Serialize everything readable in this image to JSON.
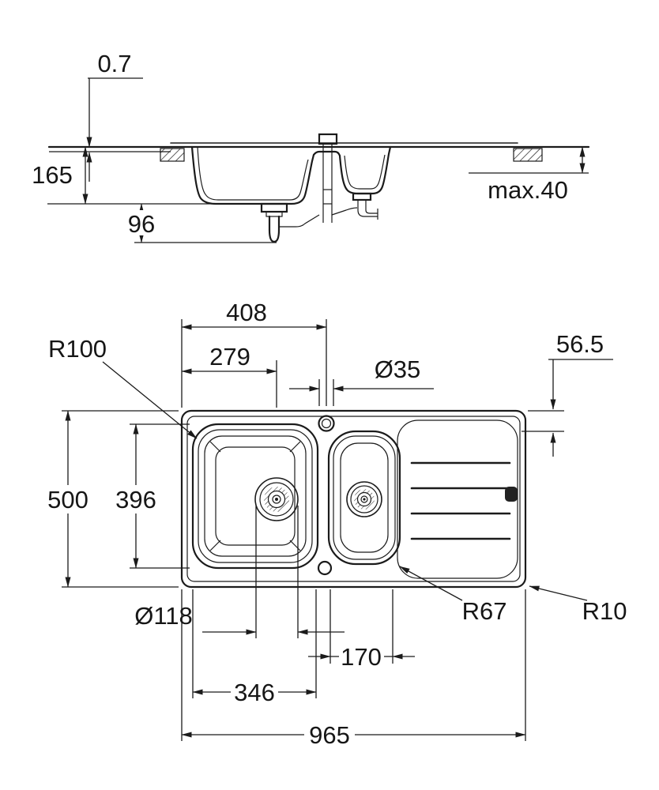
{
  "side_view": {
    "rim_thickness": "0.7",
    "install_depth": "165",
    "drain_clearance": "96",
    "max_counter_thickness": "max.40"
  },
  "plan_view": {
    "tap_center_from_left": "408",
    "bowl_corner_radius": "R100",
    "drain_center_from_left": "279",
    "tap_hole_diameter": "Ø35",
    "edge_to_small_bowl": "56.5",
    "overall_depth": "500",
    "bowl_length": "396",
    "drain_diameter": "Ø118",
    "transition_radius": "R67",
    "corner_radius": "R10",
    "tap_to_drain_spacing": "170",
    "bowl_width": "346",
    "overall_width": "965"
  }
}
